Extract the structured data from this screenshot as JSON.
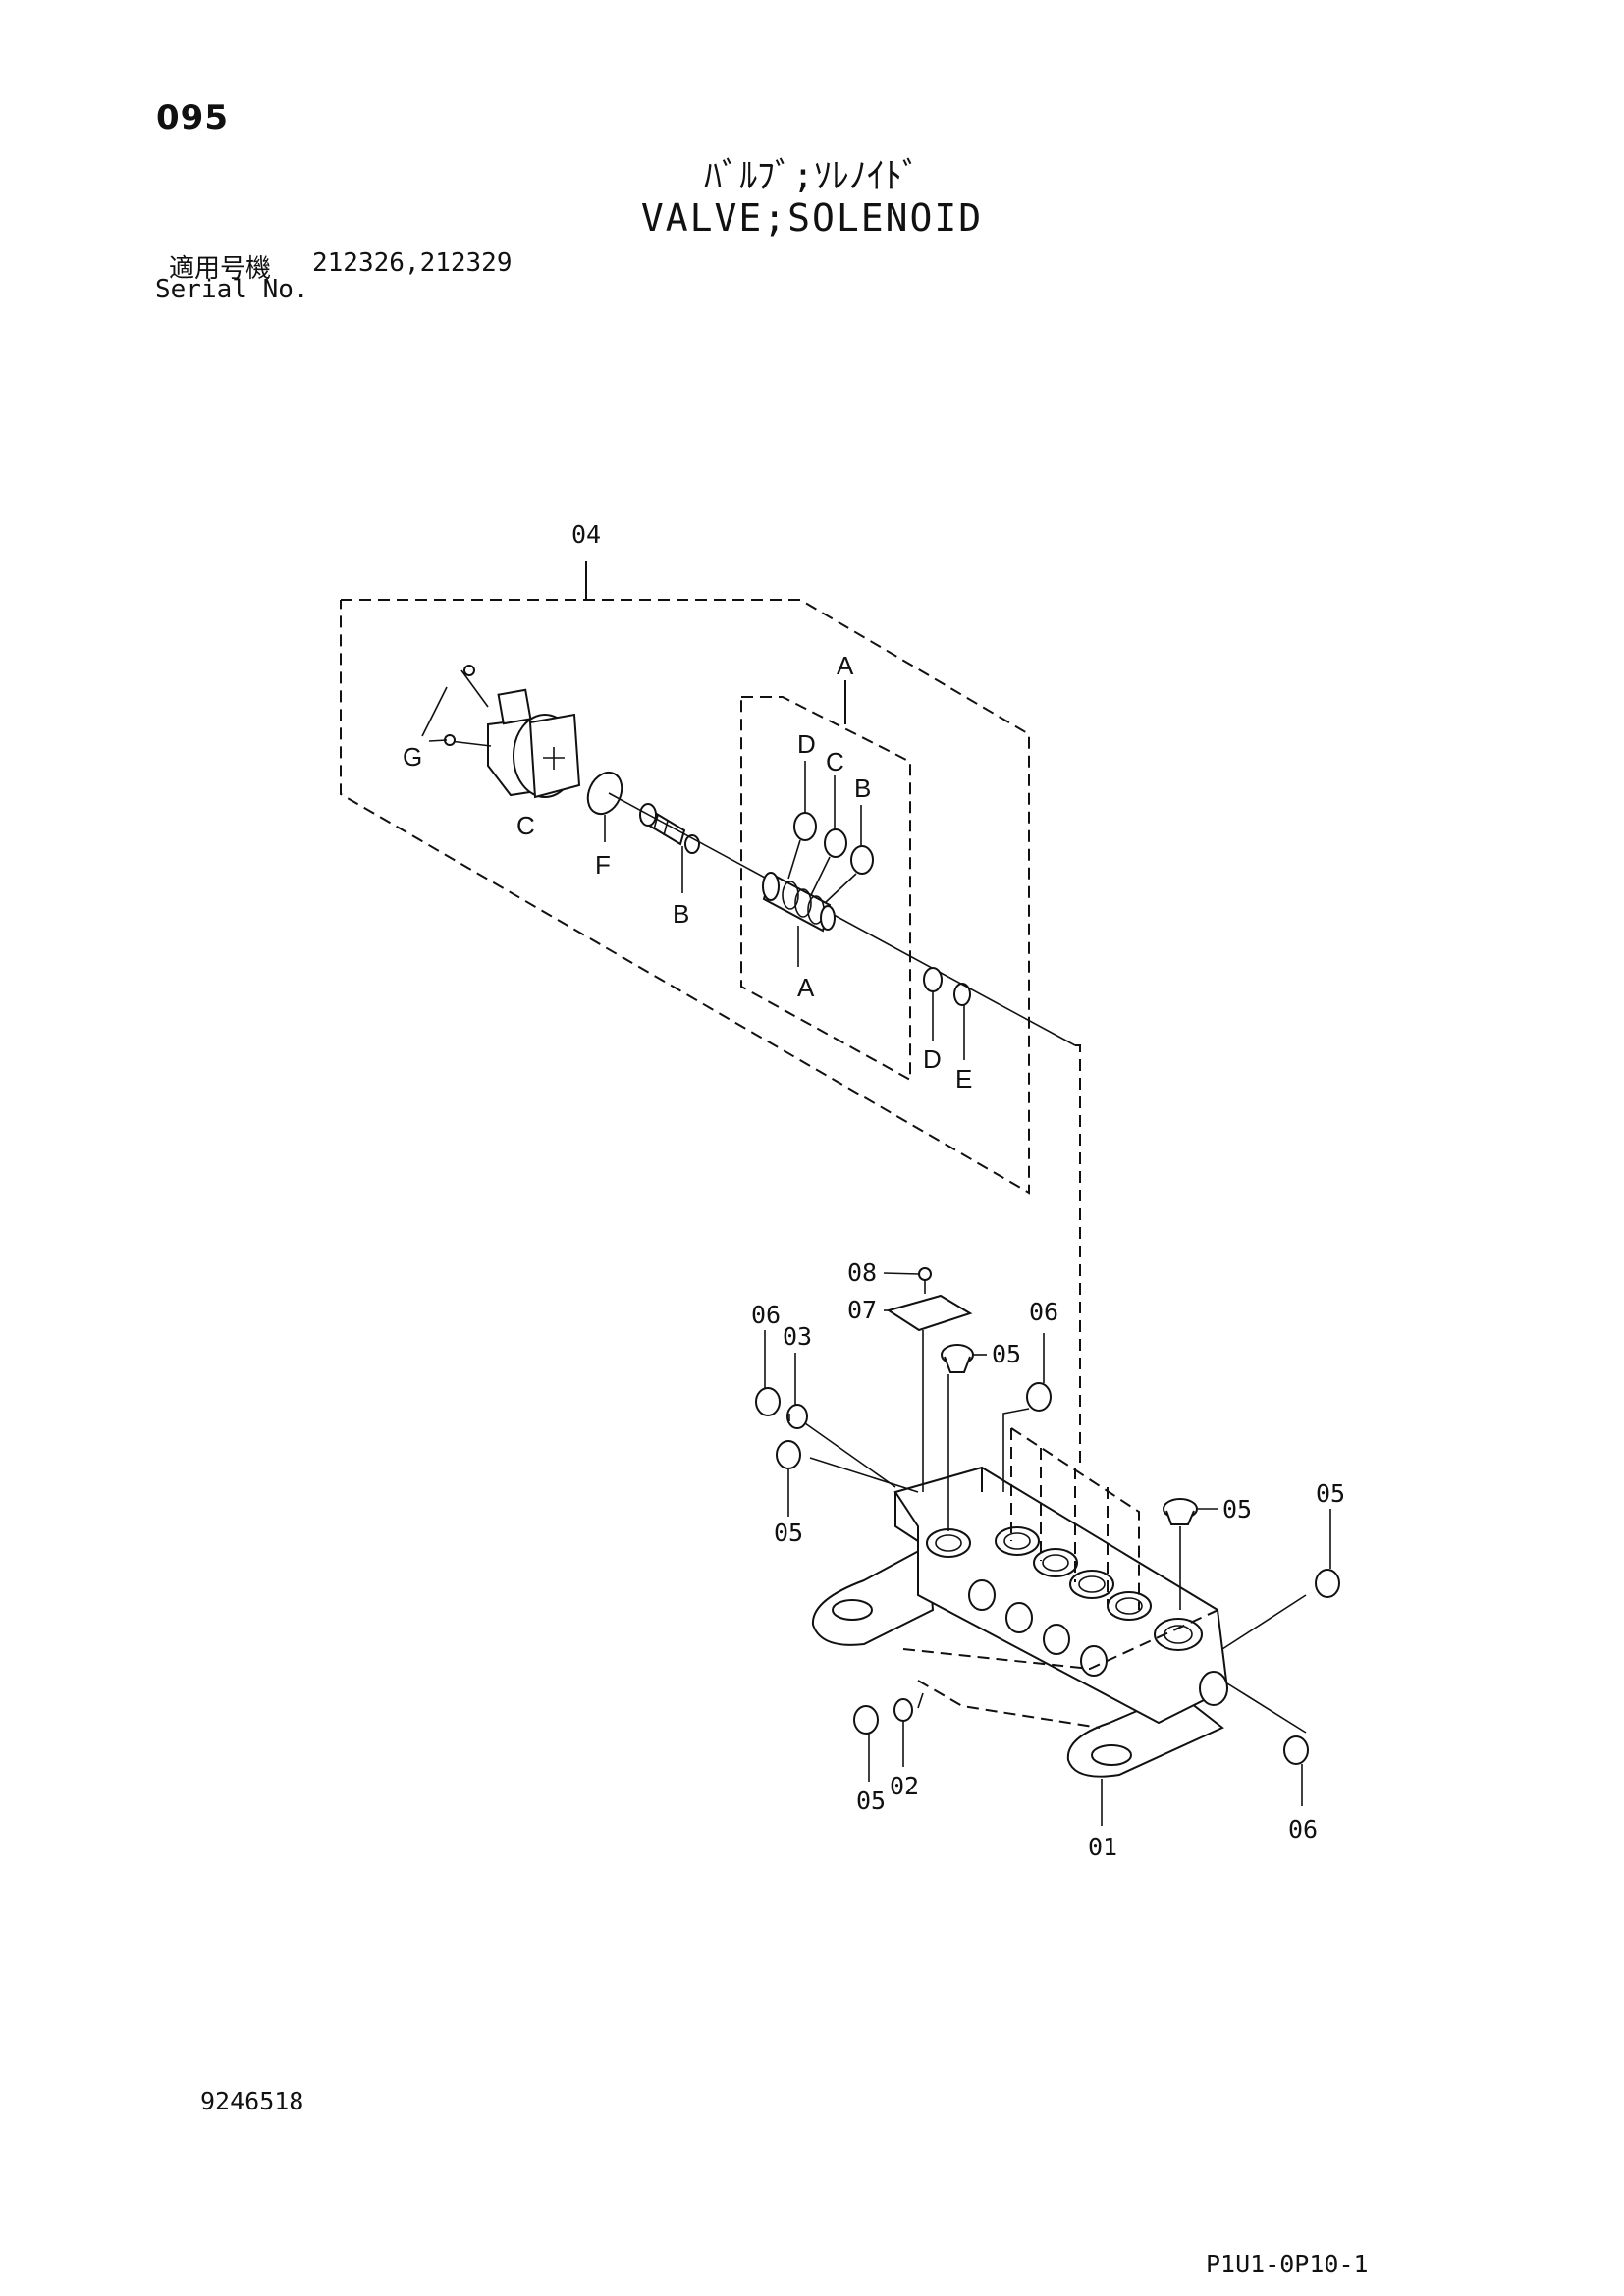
{
  "header": {
    "page_number": "095",
    "title_jp": "ﾊﾞﾙﾌﾞ;ｿﾚﾉｲﾄﾞ",
    "title_en": "VALVE;SOLENOID",
    "serial_label_jp": "適用号機",
    "serial_numbers": "212326,212329",
    "serial_label_en": "Serial No."
  },
  "callouts": {
    "assembly": "04",
    "A": "A",
    "B": "B",
    "C": "C",
    "D": "D",
    "E": "E",
    "F": "F",
    "G": "G",
    "p01": "01",
    "p02": "02",
    "p03": "03",
    "p05": "05",
    "p06": "06",
    "p07": "07",
    "p08": "08"
  },
  "footer": {
    "drawing_number": "9246518",
    "page_reference": "P1U1-0P10-1"
  }
}
